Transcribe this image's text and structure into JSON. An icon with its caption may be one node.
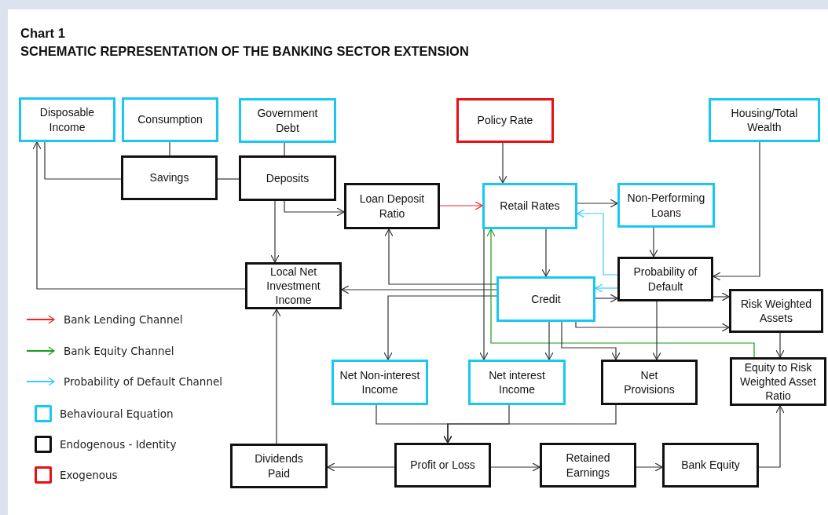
{
  "diagram": {
    "title": "SCHEMATIC REPRESENTATION OF THE BANKING SECTOR EXTENSION",
    "nodes": [
      {
        "text": [
          "Disposable Income"
        ]
      },
      {
        "text": [
          "Consumption"
        ]
      },
      {
        "text": [
          "Government Debt"
        ]
      },
      {
        "text": [
          "Policy Rate"
        ]
      },
      {
        "text": [
          "Housing/Total Wealth"
        ]
      },
      {
        "text": [
          "Savings"
        ]
      },
      {
        "text": [
          "Deposits"
        ]
      },
      {
        "text": [
          "Loan Deposit Ratio"
        ]
      },
      {
        "text": [
          "Retail Rates"
        ]
      },
      {
        "text": [
          "Non-Performing Loans"
        ]
      },
      {
        "text": [
          "Local Net Investment Income"
        ]
      },
      {
        "text": [
          "Probability of Default"
        ]
      },
      {
        "text": [
          "Credit"
        ]
      },
      {
        "text": [
          "Risk Weighted Assets"
        ]
      },
      {
        "text": [
          "Net Non-interest Income"
        ]
      },
      {
        "text": [
          "Net interest Income"
        ]
      },
      {
        "text": [
          "Net Provisions"
        ]
      },
      {
        "text": [
          "Equity to Risk Weighted Asset Ratio"
        ]
      },
      {
        "text": [
          "Dividends Paid"
        ]
      },
      {
        "text": [
          "Profit or Loss"
        ]
      },
      {
        "text": [
          "Retained Earnings"
        ]
      },
      {
        "text": [
          "Bank Equity"
        ]
      }
    ],
    "edges": [
      {
        "from": 1,
        "to": 5,
        "arrow": "none"
      },
      {
        "from": 0,
        "to": 5,
        "arrow": "none"
      },
      {
        "from": 5,
        "to": 6,
        "arrow": "none"
      },
      {
        "from": 2,
        "to": 6,
        "arrow": "none"
      },
      {
        "from": 6,
        "to": 10,
        "arrow": "to"
      },
      {
        "from": 6,
        "to": 7,
        "arrow": "to"
      },
      {
        "from": 10,
        "to": 0,
        "arrow": "to"
      },
      {
        "from": 7,
        "to": 8,
        "arrow": "to",
        "color": "#ff2020"
      },
      {
        "from": 3,
        "to": 8,
        "arrow": "to"
      },
      {
        "from": 4,
        "to": 11,
        "arrow": "to"
      },
      {
        "from": 8,
        "to": 9,
        "arrow": "to"
      },
      {
        "from": 11,
        "to": 8,
        "arrow": "to",
        "color": "#33ccff"
      },
      {
        "from": 9,
        "to": 11,
        "arrow": "to"
      },
      {
        "from": 8,
        "to": 12,
        "arrow": "to"
      },
      {
        "from": 11,
        "to": 12,
        "arrow": "to",
        "color": "#33ccff"
      },
      {
        "from": 12,
        "to": 11,
        "arrow": "to"
      },
      {
        "from": 12,
        "to": 7,
        "arrow": "to"
      },
      {
        "from": 12,
        "to": 10,
        "arrow": "to"
      },
      {
        "from": 12,
        "to": 14,
        "arrow": "to"
      },
      {
        "from": 8,
        "to": 15,
        "arrow": "to"
      },
      {
        "from": 17,
        "to": 8,
        "arrow": "to",
        "color": "#1a9a1a"
      },
      {
        "from": 12,
        "to": 15,
        "arrow": "to"
      },
      {
        "from": 12,
        "to": 16,
        "arrow": "to"
      },
      {
        "from": 12,
        "to": 13,
        "arrow": "to"
      },
      {
        "from": 11,
        "to": 13,
        "arrow": "to"
      },
      {
        "from": 11,
        "to": 16,
        "arrow": "to"
      },
      {
        "from": 13,
        "to": 17,
        "arrow": "to"
      },
      {
        "from": 14,
        "to": 19,
        "arrow": "to"
      },
      {
        "from": 15,
        "to": 19,
        "arrow": "to"
      },
      {
        "from": 16,
        "to": 19,
        "arrow": "to"
      },
      {
        "from": 19,
        "to": 18,
        "arrow": "to"
      },
      {
        "from": 18,
        "to": 10,
        "arrow": "to"
      },
      {
        "from": 19,
        "to": 20,
        "arrow": "to"
      },
      {
        "from": 20,
        "to": 21,
        "arrow": "to"
      },
      {
        "from": 21,
        "to": 17,
        "arrow": "to"
      }
    ],
    "labels": [
      "Chart 1"
    ],
    "legend": [
      {
        "text": "Bank Lending Channel",
        "color": "#ff2020"
      },
      {
        "text": "Bank Equity Channel",
        "color": "#1a9a1a"
      },
      {
        "text": "Probability of Default Channel",
        "color": "#33ccff"
      },
      {
        "text": "Behavioural Equation",
        "color": "#19c8f0"
      },
      {
        "text": "Endogenous - Identity",
        "color": "#111111"
      },
      {
        "text": "Exogenous",
        "color": "#e81010"
      }
    ]
  }
}
